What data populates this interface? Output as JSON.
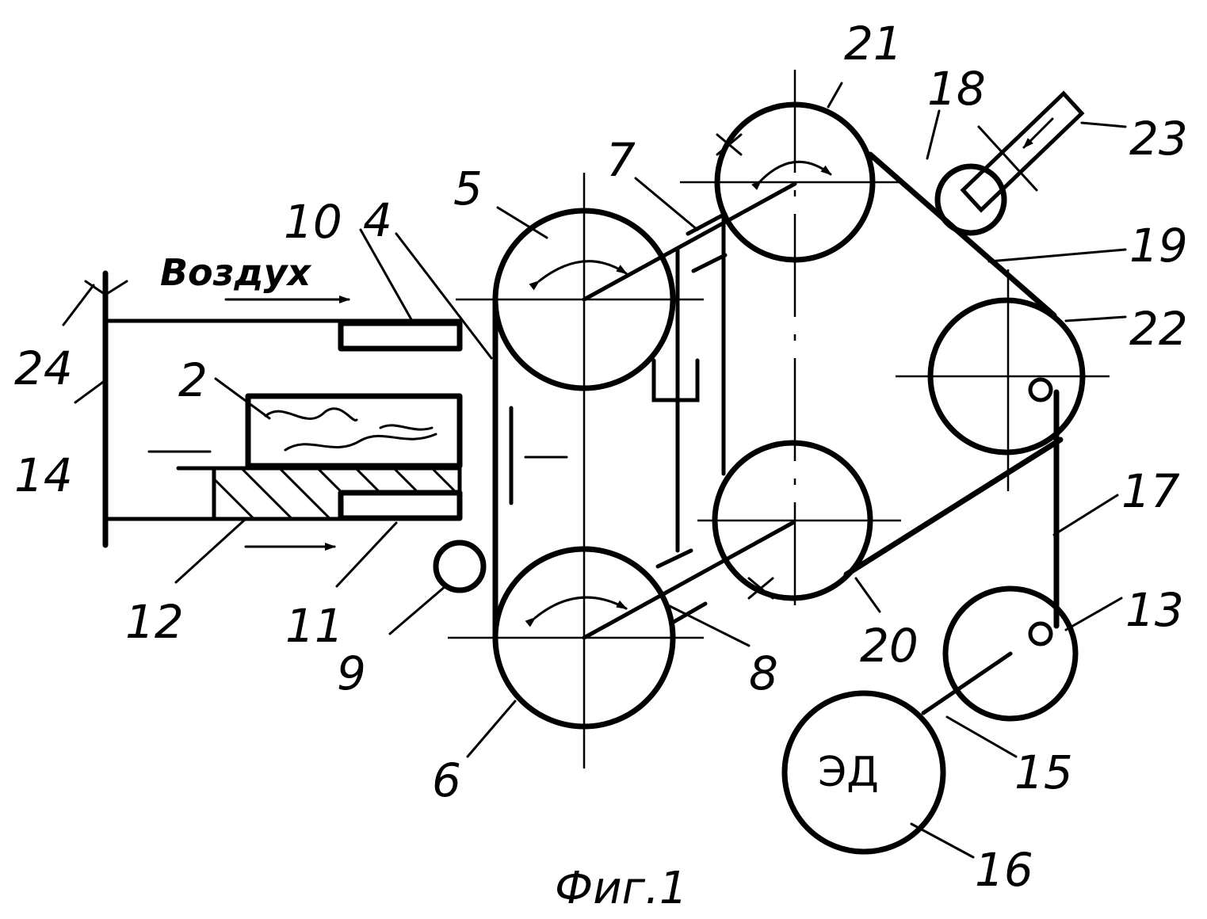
{
  "labels": {
    "n2": "2",
    "n4": "4",
    "n5": "5",
    "n6": "6",
    "n7": "7",
    "n8": "8",
    "n9": "9",
    "n10": "10",
    "n11": "11",
    "n12": "12",
    "n13": "13",
    "n14": "14",
    "n15": "15",
    "n16": "16",
    "n17": "17",
    "n18": "18",
    "n19": "19",
    "n20": "20",
    "n21": "21",
    "n22": "22",
    "n23": "23",
    "n24": "24"
  },
  "air_label": "Воздух",
  "motor_label": "ЭД",
  "caption": "Фиг.1"
}
